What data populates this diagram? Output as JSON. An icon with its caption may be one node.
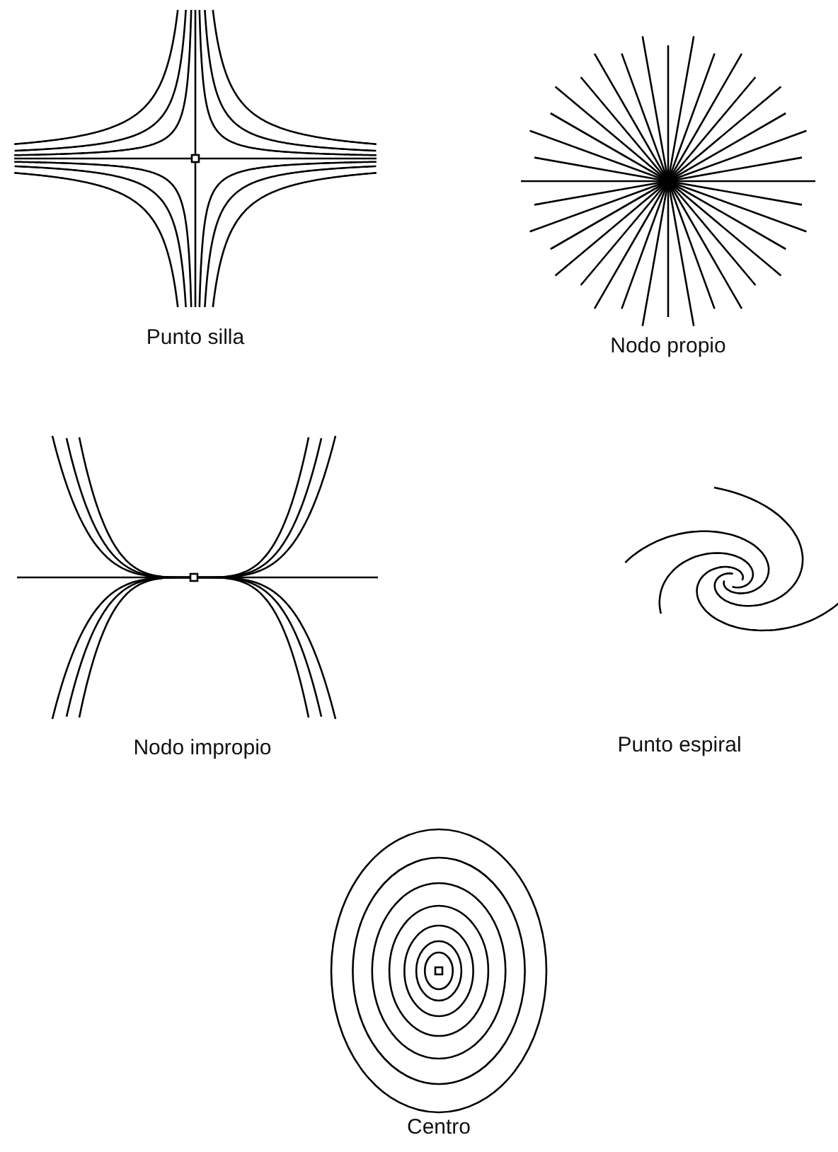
{
  "diagram": {
    "labels": [
      "Punto silla",
      "Nodo propio",
      "Nodo impropio",
      "Punto espiral",
      "Centro"
    ]
  }
}
